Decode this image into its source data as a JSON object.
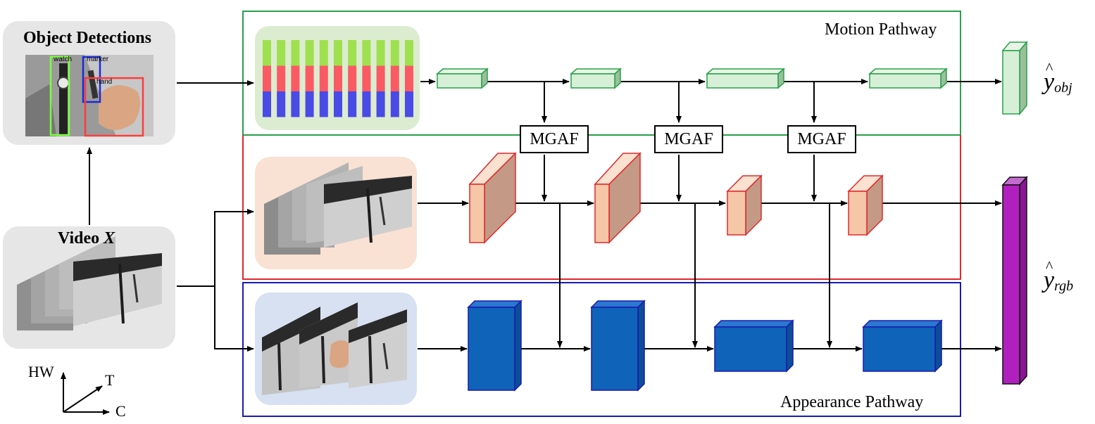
{
  "pathways": {
    "motion": "Motion Pathway",
    "appearance": "Appearance Pathway"
  },
  "modules": {
    "mgaf_1": "MGAF",
    "mgaf_2": "MGAF",
    "mgaf_3": "MGAF"
  },
  "inputs": {
    "object_detections_title": "Object Detections",
    "video_title_prefix": "Video ",
    "video_title_var": "X",
    "detection_tags": [
      "watch",
      "marker",
      "hand"
    ]
  },
  "outputs": {
    "obj_symbol": "y",
    "obj_subscript": "obj",
    "rgb_symbol": "y",
    "rgb_subscript": "rgb"
  },
  "axes": {
    "hw": "HW",
    "t": "T",
    "c": "C"
  },
  "colors": {
    "motion_border": "#27a04a",
    "rgb_border": "#e0282a",
    "appearance_border": "#1a1ab0",
    "motion_feature": "#d6efd6",
    "rgb_feature": "#f6c6a8",
    "appearance_feature": "#0f63b8",
    "fusion_output": "#b21fbf"
  }
}
